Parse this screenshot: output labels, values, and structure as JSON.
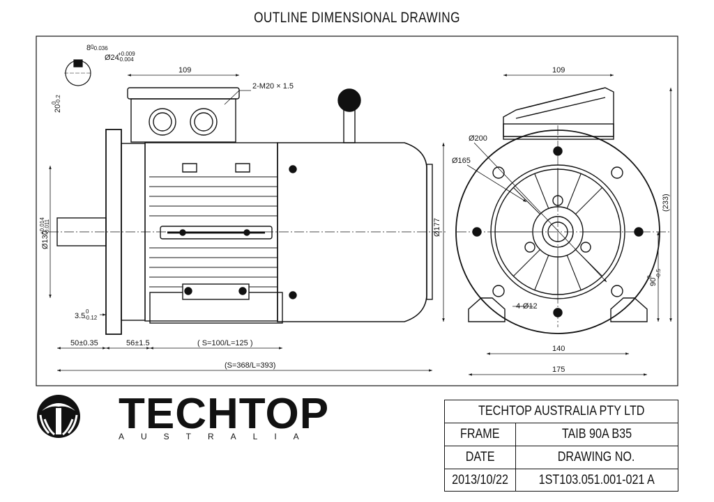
{
  "title": "OUTLINE DIMENSIONAL DRAWING",
  "company": {
    "name": "TECHTOP",
    "subtitle": "AUSTRALIA"
  },
  "titleblock": {
    "company_full": "TECHTOP AUSTRALIA PTY LTD",
    "frame_label": "FRAME",
    "frame_value": "TAIB 90A B35",
    "date_label": "DATE",
    "drawing_no_label": "DRAWING NO.",
    "date_value": "2013/10/22",
    "drawing_no_value": "1ST103.051.001-021 A"
  },
  "dims": {
    "key_width": "8",
    "key_width_tol": "-0.036",
    "key_width_tol_upper": "0",
    "shaft_dia": "Ø24",
    "shaft_dia_tol_upper": "+0.009",
    "shaft_dia_tol_lower": "-0.004",
    "key_height": "20",
    "key_height_tol_lower": "-0.2",
    "key_height_tol_upper": "0",
    "tb_width_side": "109",
    "tb_width_front": "109",
    "gland": "2-M20 × 1.5",
    "spigot": "Ø130",
    "spigot_tol_upper": "+0.014",
    "spigot_tol_lower": "-0.011",
    "flange_thk": "3.5",
    "flange_thk_tol_upper": "0",
    "flange_thk_tol_lower": "-0.12",
    "shaft_len": "50±0.35",
    "foot_off": "56±1.5",
    "foot_span": "( S=100/L=125 )",
    "total_len": "(S=368/L=393)",
    "body_dia": "Ø177",
    "pcd": "Ø200",
    "bolt_circle": "Ø165",
    "holes": "4-Ø12",
    "total_height": "(233)",
    "shaft_height": "90",
    "shaft_height_tol_lower": "-0.5",
    "shaft_height_tol_upper": "0",
    "foot_width": "140",
    "base_width": "175"
  }
}
